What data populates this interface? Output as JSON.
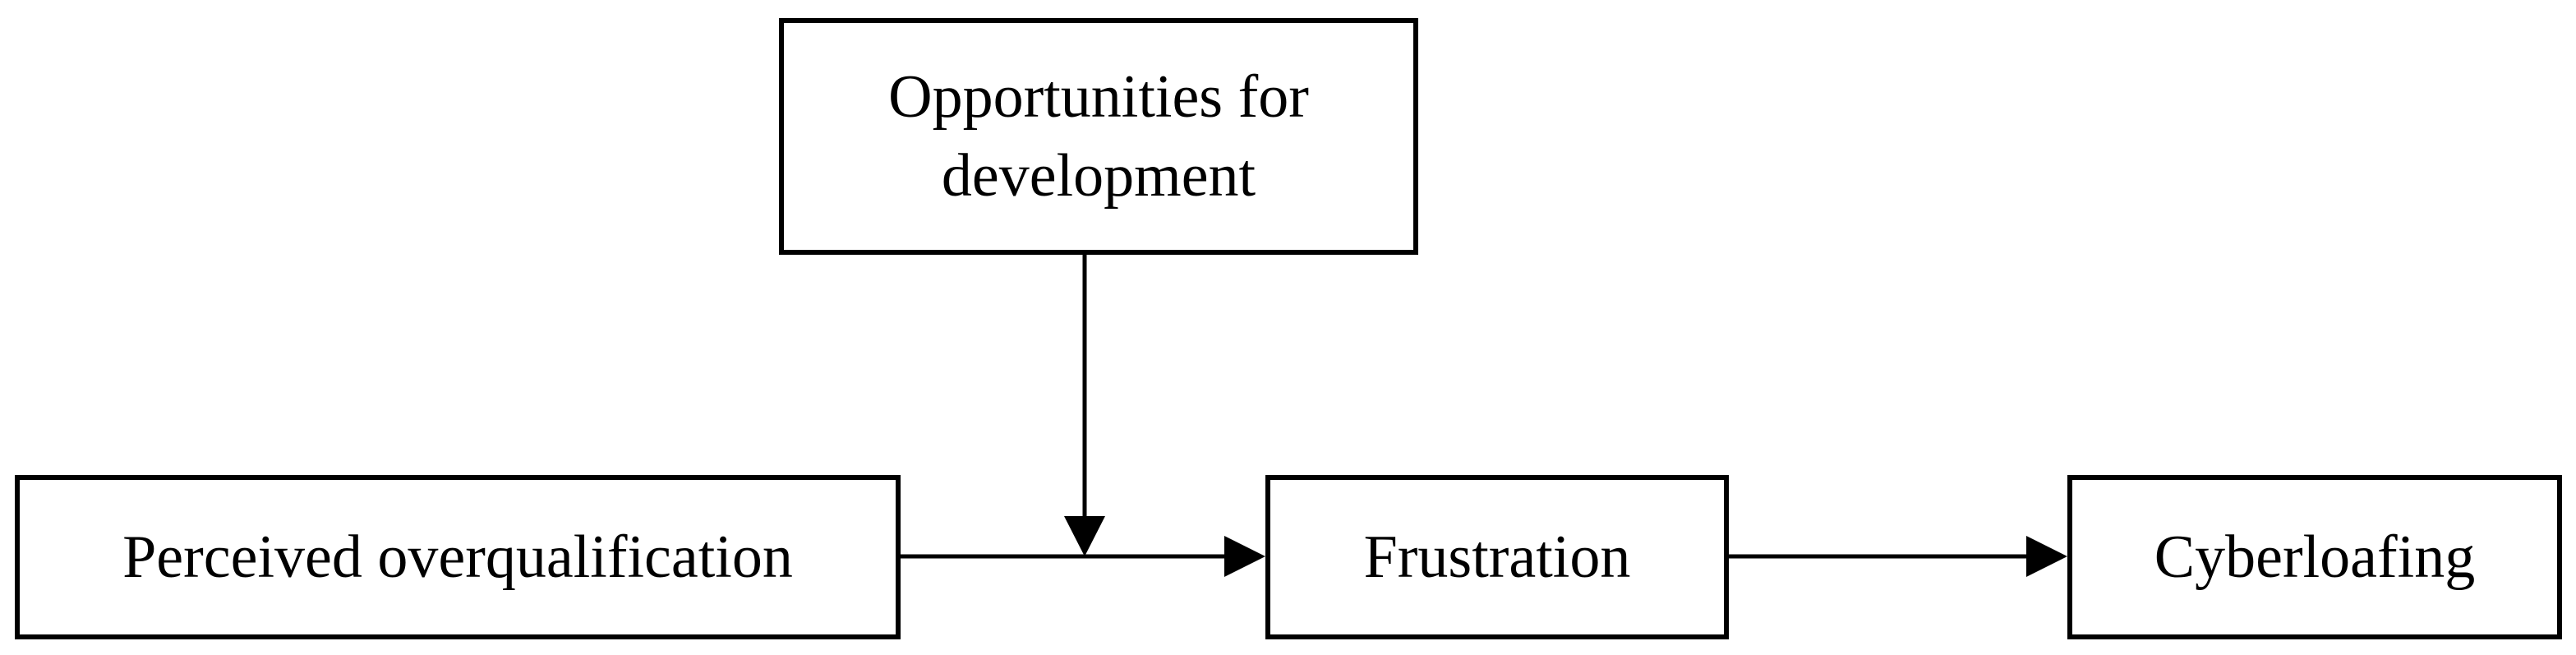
{
  "nodes": {
    "moderator": {
      "line1": "Opportunities for",
      "line2": "development"
    },
    "predictor": {
      "label": "Perceived overqualification"
    },
    "mediator": {
      "label": "Frustration"
    },
    "outcome": {
      "label": "Cyberloafing"
    }
  },
  "edges": [
    {
      "from": "predictor",
      "to": "mediator"
    },
    {
      "from": "mediator",
      "to": "outcome"
    },
    {
      "from": "moderator",
      "to": "predictor-mediator path"
    }
  ],
  "colors": {
    "stroke": "#000000",
    "background": "#ffffff"
  }
}
